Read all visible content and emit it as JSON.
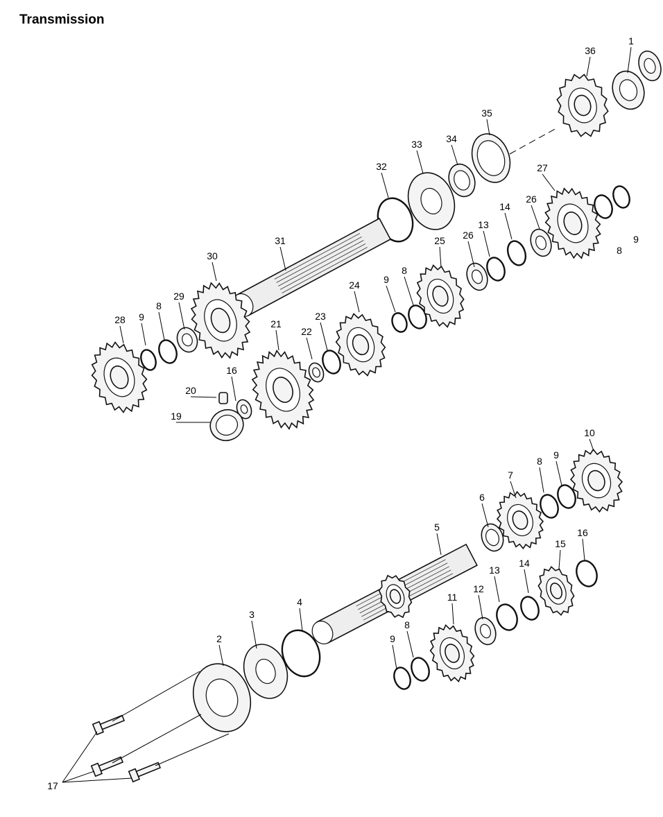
{
  "title": "Transmission",
  "callouts": [
    {
      "label": "36"
    },
    {
      "label": "1"
    },
    {
      "label": "35"
    },
    {
      "label": "34"
    },
    {
      "label": "33"
    },
    {
      "label": "32"
    },
    {
      "label": "27"
    },
    {
      "label": "26"
    },
    {
      "label": "14"
    },
    {
      "label": "13"
    },
    {
      "label": "26"
    },
    {
      "label": "9"
    },
    {
      "label": "8"
    },
    {
      "label": "31"
    },
    {
      "label": "30"
    },
    {
      "label": "25"
    },
    {
      "label": "8"
    },
    {
      "label": "9"
    },
    {
      "label": "24"
    },
    {
      "label": "29"
    },
    {
      "label": "9"
    },
    {
      "label": "8"
    },
    {
      "label": "28"
    },
    {
      "label": "21"
    },
    {
      "label": "22"
    },
    {
      "label": "23"
    },
    {
      "label": "16"
    },
    {
      "label": "20"
    },
    {
      "label": "19"
    },
    {
      "label": "10"
    },
    {
      "label": "8"
    },
    {
      "label": "9"
    },
    {
      "label": "7"
    },
    {
      "label": "6"
    },
    {
      "label": "5"
    },
    {
      "label": "15"
    },
    {
      "label": "16"
    },
    {
      "label": "14"
    },
    {
      "label": "13"
    },
    {
      "label": "12"
    },
    {
      "label": "11"
    },
    {
      "label": "4"
    },
    {
      "label": "3"
    },
    {
      "label": "2"
    },
    {
      "label": "8"
    },
    {
      "label": "9"
    },
    {
      "label": "17"
    }
  ]
}
